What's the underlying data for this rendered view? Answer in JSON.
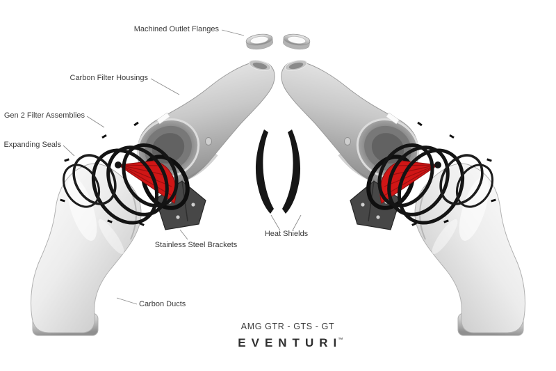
{
  "diagram": {
    "labels": {
      "machined_outlet_flanges": "Machined Outlet Flanges",
      "carbon_filter_housings": "Carbon Filter Housings",
      "gen2_filter_assemblies": "Gen 2 Filter Assemblies",
      "expanding_seals": "Expanding Seals",
      "stainless_steel_brackets": "Stainless Steel Brackets",
      "heat_shields": "Heat Shields",
      "carbon_ducts": "Carbon Ducts"
    },
    "footer": {
      "model_line": "AMG GTR - GTS - GT",
      "brand": "EVENTURI",
      "trademark": "™"
    },
    "colors": {
      "filter_red": "#d01616",
      "metal_light": "#e8e8e8",
      "metal_dark": "#8f8f8f",
      "part_black": "#141414",
      "label_text": "#3b3b3b"
    }
  }
}
